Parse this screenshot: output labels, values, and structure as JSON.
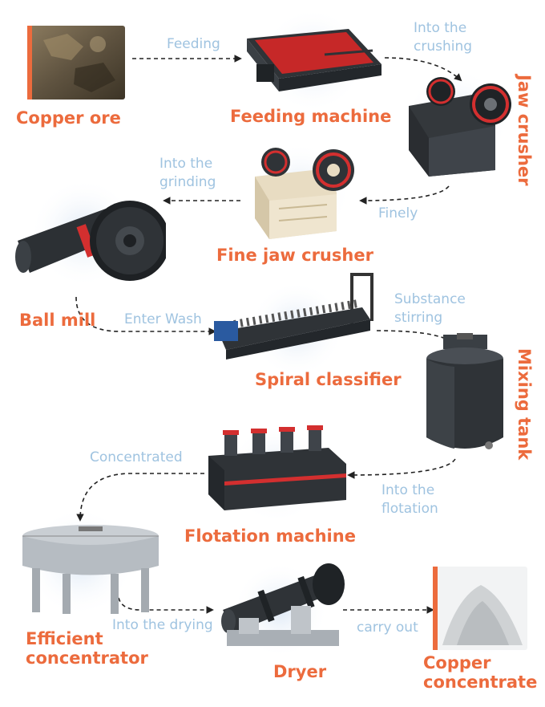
{
  "nodes": {
    "copper_ore": "Copper ore",
    "feeding_machine": "Feeding machine",
    "jaw_crusher": "Jaw crusher",
    "fine_jaw_crusher": "Fine jaw crusher",
    "ball_mill": "Ball mill",
    "spiral_classifier": "Spiral classifier",
    "mixing_tank": "Mixing tank",
    "flotation_machine": "Flotation machine",
    "efficient_concentrator_line1": "Efficient",
    "efficient_concentrator_line2": "concentrator",
    "dryer": "Dryer",
    "copper_concentrate_line1": "Copper",
    "copper_concentrate_line2": "concentrate"
  },
  "steps": {
    "feeding": "Feeding",
    "into_crushing_line1": "Into the",
    "into_crushing_line2": "crushing",
    "finely": "Finely",
    "into_grinding_line1": "Into the",
    "into_grinding_line2": "grinding",
    "enter_wash": "Enter Wash",
    "substance_stirring_line1": "Substance",
    "substance_stirring_line2": "stirring",
    "into_flotation_line1": "Into the",
    "into_flotation_line2": "flotation",
    "concentrated": "Concentrated",
    "into_drying": "Into the drying",
    "carry_out": "carry out"
  },
  "colors": {
    "title": "#ec6b3d",
    "step": "#9fc3e0",
    "arrow": "#222222",
    "accent_red": "#d32f2f",
    "machine_dark": "#2f3337",
    "machine_beige": "#e8dcc2",
    "halo": "#e6eef8"
  }
}
